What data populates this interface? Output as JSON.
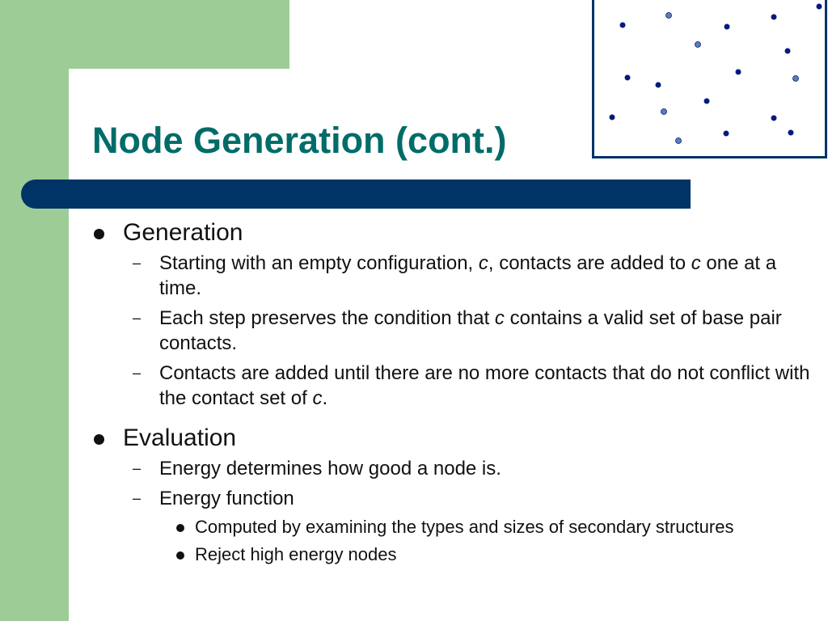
{
  "slide": {
    "title": "Node Generation (cont.)",
    "colors": {
      "green": "#9dcc97",
      "title": "#006c69",
      "bar": "#003366",
      "dot_dark": "#001a80",
      "dot_light": "#5b7fb0"
    },
    "bullets": [
      {
        "text": "Generation",
        "sub": [
          {
            "before": "Starting with an empty configuration, ",
            "var1": "c",
            "middle": ", contacts are added to ",
            "var2": "c",
            "after": " one at a time."
          },
          {
            "before": "Each step preserves the condition that ",
            "var1": "c",
            "middle": " contains a valid set of base pair contacts."
          },
          {
            "before": "Contacts are added until there are no more contacts that do not conflict with the contact set of ",
            "var1": "c",
            "middle": "."
          }
        ]
      },
      {
        "text": "Evaluation",
        "sub": [
          {
            "before": "Energy determines how good a node is."
          },
          {
            "before": "Energy function",
            "sub": [
              {
                "text": "Computed by examining the types and sizes of secondary structures"
              },
              {
                "text": "Reject high energy nodes"
              }
            ]
          }
        ]
      }
    ]
  }
}
